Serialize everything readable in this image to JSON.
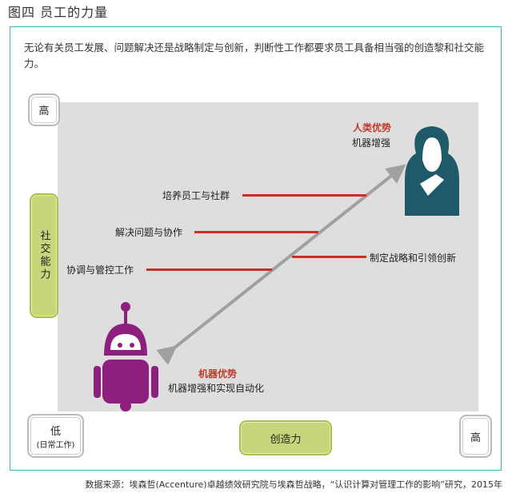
{
  "title": "图四  员工的力量",
  "intro": "无论有关员工发展、问题解决还是战略制定与创新，判断性工作都要求员工具备相当强的创造黎和社交能力。",
  "axes": {
    "y_high": "高",
    "y_label": "社交能力",
    "x_low": "低",
    "x_low_sub": "(日常工作)",
    "x_label": "创造力",
    "x_high": "高"
  },
  "tasks": [
    "培养员工与社群",
    "解决问题与协作",
    "制定战略和引领创新",
    "协调与管控工作"
  ],
  "human": {
    "title": "人类优势",
    "sub": "机器增强"
  },
  "machine": {
    "title": "机器优势",
    "sub": "机器增强和实现自动化"
  },
  "source": "数据来源：埃森哲(Accenture)卓越绩效研究院与埃森哲战略，“认识计算对管理工作的影响”研究，2015年",
  "colors": {
    "accent": "#3fb3c8",
    "bar": "#c8302a",
    "human": "#1f5a6b",
    "robot": "#8e1f7e",
    "green": "#c6d67a"
  }
}
